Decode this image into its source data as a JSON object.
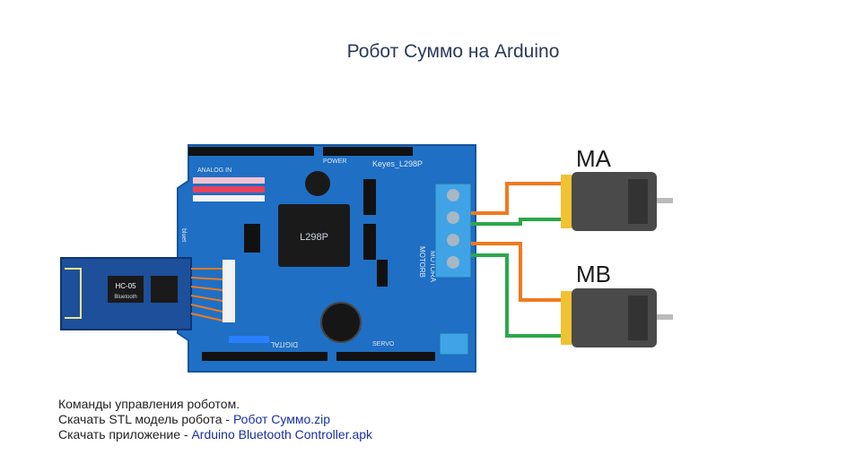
{
  "page": {
    "title": "Робот Суммо на Arduino"
  },
  "diagram": {
    "motor_a_label": "MA",
    "motor_b_label": "MB",
    "bt_module_label": "HC-05",
    "bt_module_sublabel": "Bluetooth",
    "driver_chip_label": "L298P",
    "board_brand": "Keyes_L298P",
    "board_label_motora": "MOTORA",
    "board_label_motorb": "MOTORB",
    "board_label_digital": "DIGITAL",
    "board_label_analog": "ANALOG IN",
    "board_label_power": "POWER",
    "board_label_servo": "SERVO",
    "board_label_bluet": "bluet",
    "colors": {
      "board": "#1f6fc4",
      "board_dark": "#14559e",
      "wire_orange": "#f07a1e",
      "wire_green": "#2aa84a",
      "terminal": "#3fa3e6",
      "motor_body": "#4a4a4a",
      "motor_cap": "#f1c232",
      "bt_module": "#1d4f9a"
    }
  },
  "info": {
    "line1": "Команды управления роботом.",
    "line2_prefix": "Скачать STL модель робота - ",
    "line2_link": "Робот Суммо.zip",
    "line3_prefix": "Скачать приложение - ",
    "line3_link": "Arduino Bluetooth Controller.apk"
  }
}
